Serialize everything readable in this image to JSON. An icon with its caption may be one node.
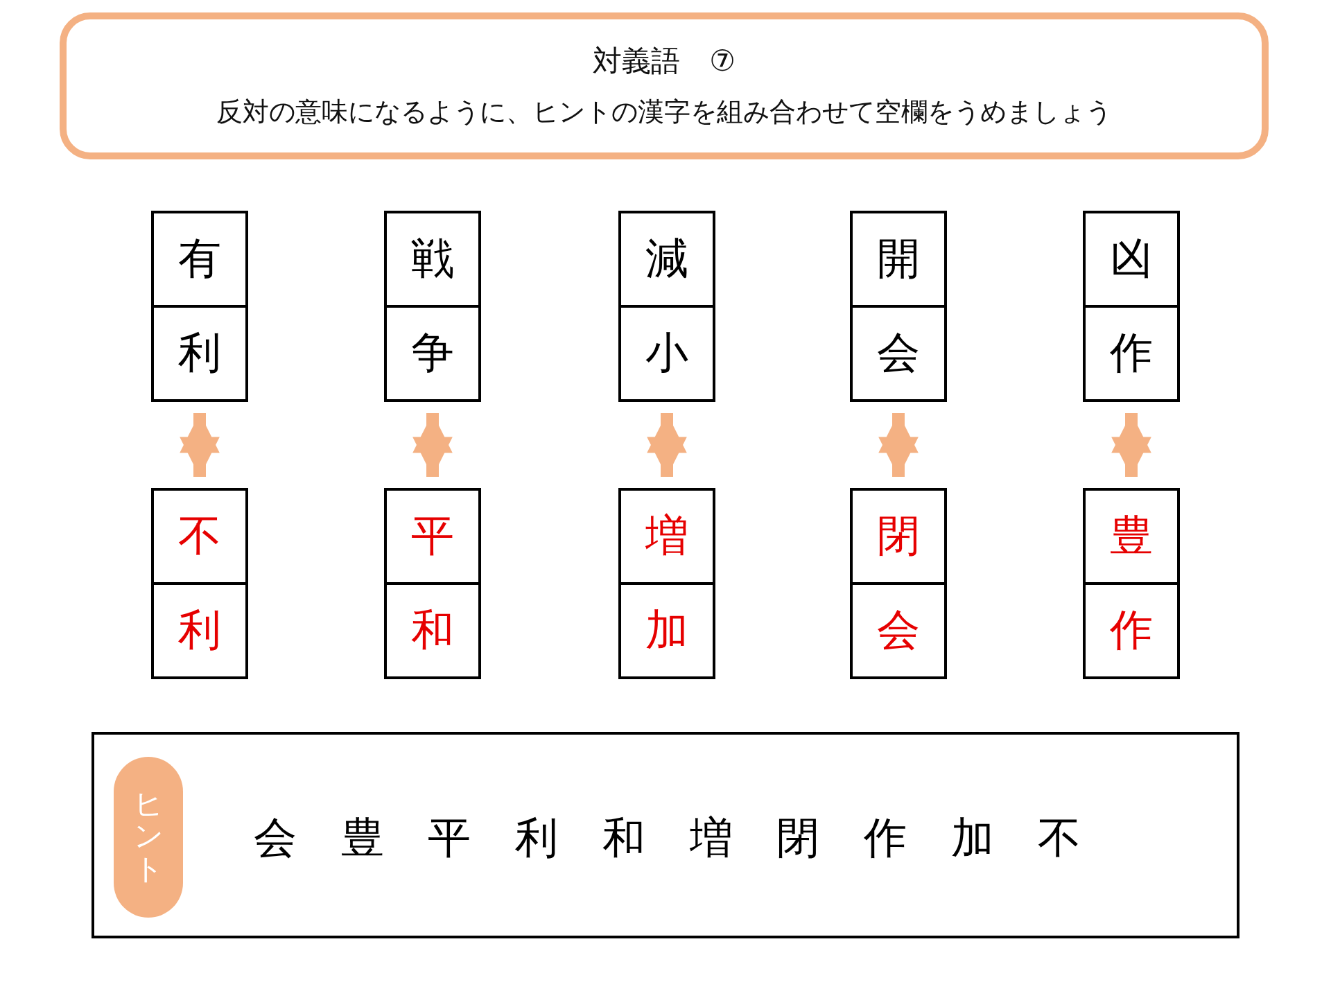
{
  "diagram": {
    "nodes": [
      {
        "text": [
          "対義語　⑦",
          "反対の意味になるように、ヒントの漢字を組み合わせて空欄をうめましょう"
        ]
      },
      {
        "text": [
          "有"
        ]
      },
      {
        "text": [
          "利"
        ]
      },
      {
        "text": [
          "戦"
        ]
      },
      {
        "text": [
          "争"
        ]
      },
      {
        "text": [
          "減"
        ]
      },
      {
        "text": [
          "小"
        ]
      },
      {
        "text": [
          "開"
        ]
      },
      {
        "text": [
          "会"
        ]
      },
      {
        "text": [
          "凶"
        ]
      },
      {
        "text": [
          "作"
        ]
      },
      {
        "text": [
          "不"
        ]
      },
      {
        "text": [
          "利"
        ]
      },
      {
        "text": [
          "平"
        ]
      },
      {
        "text": [
          "和"
        ]
      },
      {
        "text": [
          "増"
        ]
      },
      {
        "text": [
          "加"
        ]
      },
      {
        "text": [
          "閉"
        ]
      },
      {
        "text": [
          "会"
        ]
      },
      {
        "text": [
          "豊"
        ]
      },
      {
        "text": [
          "作"
        ]
      },
      {
        "text": [
          "会 豊 平 利 和 増 閉 作 加 不"
        ]
      },
      {
        "text": [
          "ヒント"
        ],
        "in": 21
      }
    ],
    "edges": [
      {
        "from": 2,
        "to": 11,
        "arrow": "both"
      },
      {
        "from": 4,
        "to": 13,
        "arrow": "both"
      },
      {
        "from": 6,
        "to": 15,
        "arrow": "both"
      },
      {
        "from": 8,
        "to": 17,
        "arrow": "both"
      },
      {
        "from": 10,
        "to": 19,
        "arrow": "both"
      }
    ]
  }
}
